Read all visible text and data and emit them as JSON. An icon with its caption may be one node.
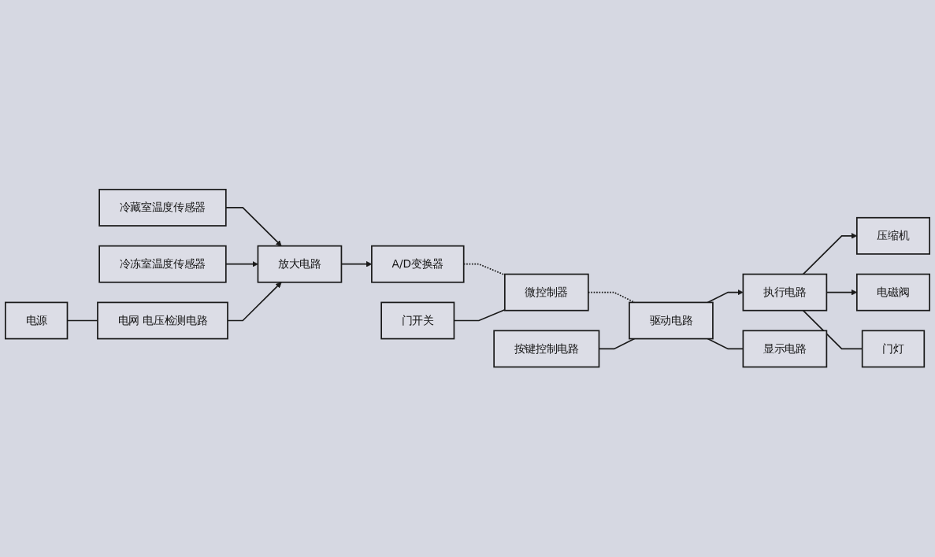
{
  "diagram": {
    "nodes": [
      {
        "text": [
          "冷藏室温度传感器"
        ]
      },
      {
        "text": [
          "冷冻室温度传感器"
        ]
      },
      {
        "text": [
          "电网 电压检测电路"
        ]
      },
      {
        "text": [
          "电源"
        ]
      },
      {
        "text": [
          "放大电路"
        ]
      },
      {
        "text": [
          "A/D变换器"
        ]
      },
      {
        "text": [
          "微控制器"
        ]
      },
      {
        "text": [
          "驱动电路"
        ]
      },
      {
        "text": [
          "执行电路"
        ]
      },
      {
        "text": [
          "压缩机"
        ]
      },
      {
        "text": [
          "电磁阀"
        ]
      },
      {
        "text": [
          "门灯"
        ]
      },
      {
        "text": [
          "门开关"
        ]
      },
      {
        "text": [
          "按键控制电路"
        ]
      },
      {
        "text": [
          "显示电路"
        ]
      }
    ],
    "edges": [
      {
        "from": 0,
        "to": 4,
        "arrow": "to"
      },
      {
        "from": 1,
        "to": 4,
        "arrow": "to"
      },
      {
        "from": 2,
        "to": 4,
        "arrow": "to"
      },
      {
        "from": 3,
        "to": 2,
        "arrow": "none"
      },
      {
        "from": 4,
        "to": 5,
        "arrow": "to"
      },
      {
        "from": 5,
        "to": 6,
        "arrow": "none",
        "style": "dashed"
      },
      {
        "from": 6,
        "to": 7,
        "arrow": "none",
        "style": "dashed"
      },
      {
        "from": 7,
        "to": 8,
        "arrow": "to"
      },
      {
        "from": 8,
        "to": 9,
        "arrow": "to"
      },
      {
        "from": 8,
        "to": 10,
        "arrow": "to"
      },
      {
        "from": 8,
        "to": 11,
        "arrow": "none"
      },
      {
        "from": 12,
        "to": 6,
        "arrow": "none"
      },
      {
        "from": 13,
        "to": 7,
        "arrow": "none"
      },
      {
        "from": 7,
        "to": 14,
        "arrow": "none"
      }
    ]
  }
}
